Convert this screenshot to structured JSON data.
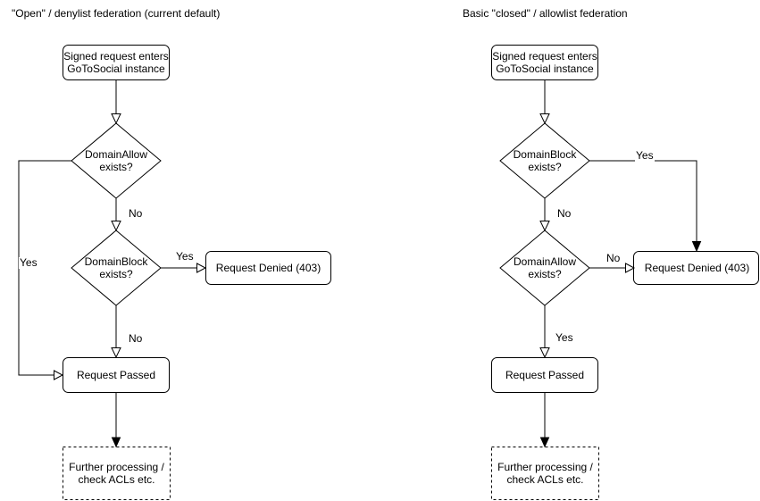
{
  "colors": {
    "stroke": "#000000",
    "background": "#ffffff",
    "text": "#000000"
  },
  "left": {
    "title": "\"Open\" / denylist federation (current default)",
    "nodes": {
      "start": "Signed request enters\nGoToSocial instance",
      "decision1": "DomainAllow\nexists?",
      "decision2": "DomainBlock\nexists?",
      "denied": "Request Denied (403)",
      "passed": "Request Passed",
      "further": "Further processing /\ncheck ACLs etc."
    },
    "edges": {
      "decision1_no": "No",
      "decision1_yes": "Yes",
      "decision2_yes": "Yes",
      "decision2_no": "No"
    }
  },
  "right": {
    "title": "Basic \"closed\" / allowlist federation",
    "nodes": {
      "start": "Signed request enters\nGoToSocial instance",
      "decision1": "DomainBlock\nexists?",
      "decision2": "DomainAllow\nexists?",
      "denied": "Request Denied (403)",
      "passed": "Request Passed",
      "further": "Further processing /\ncheck ACLs etc."
    },
    "edges": {
      "decision1_yes": "Yes",
      "decision1_no": "No",
      "decision2_no": "No",
      "decision2_yes": "Yes"
    }
  }
}
